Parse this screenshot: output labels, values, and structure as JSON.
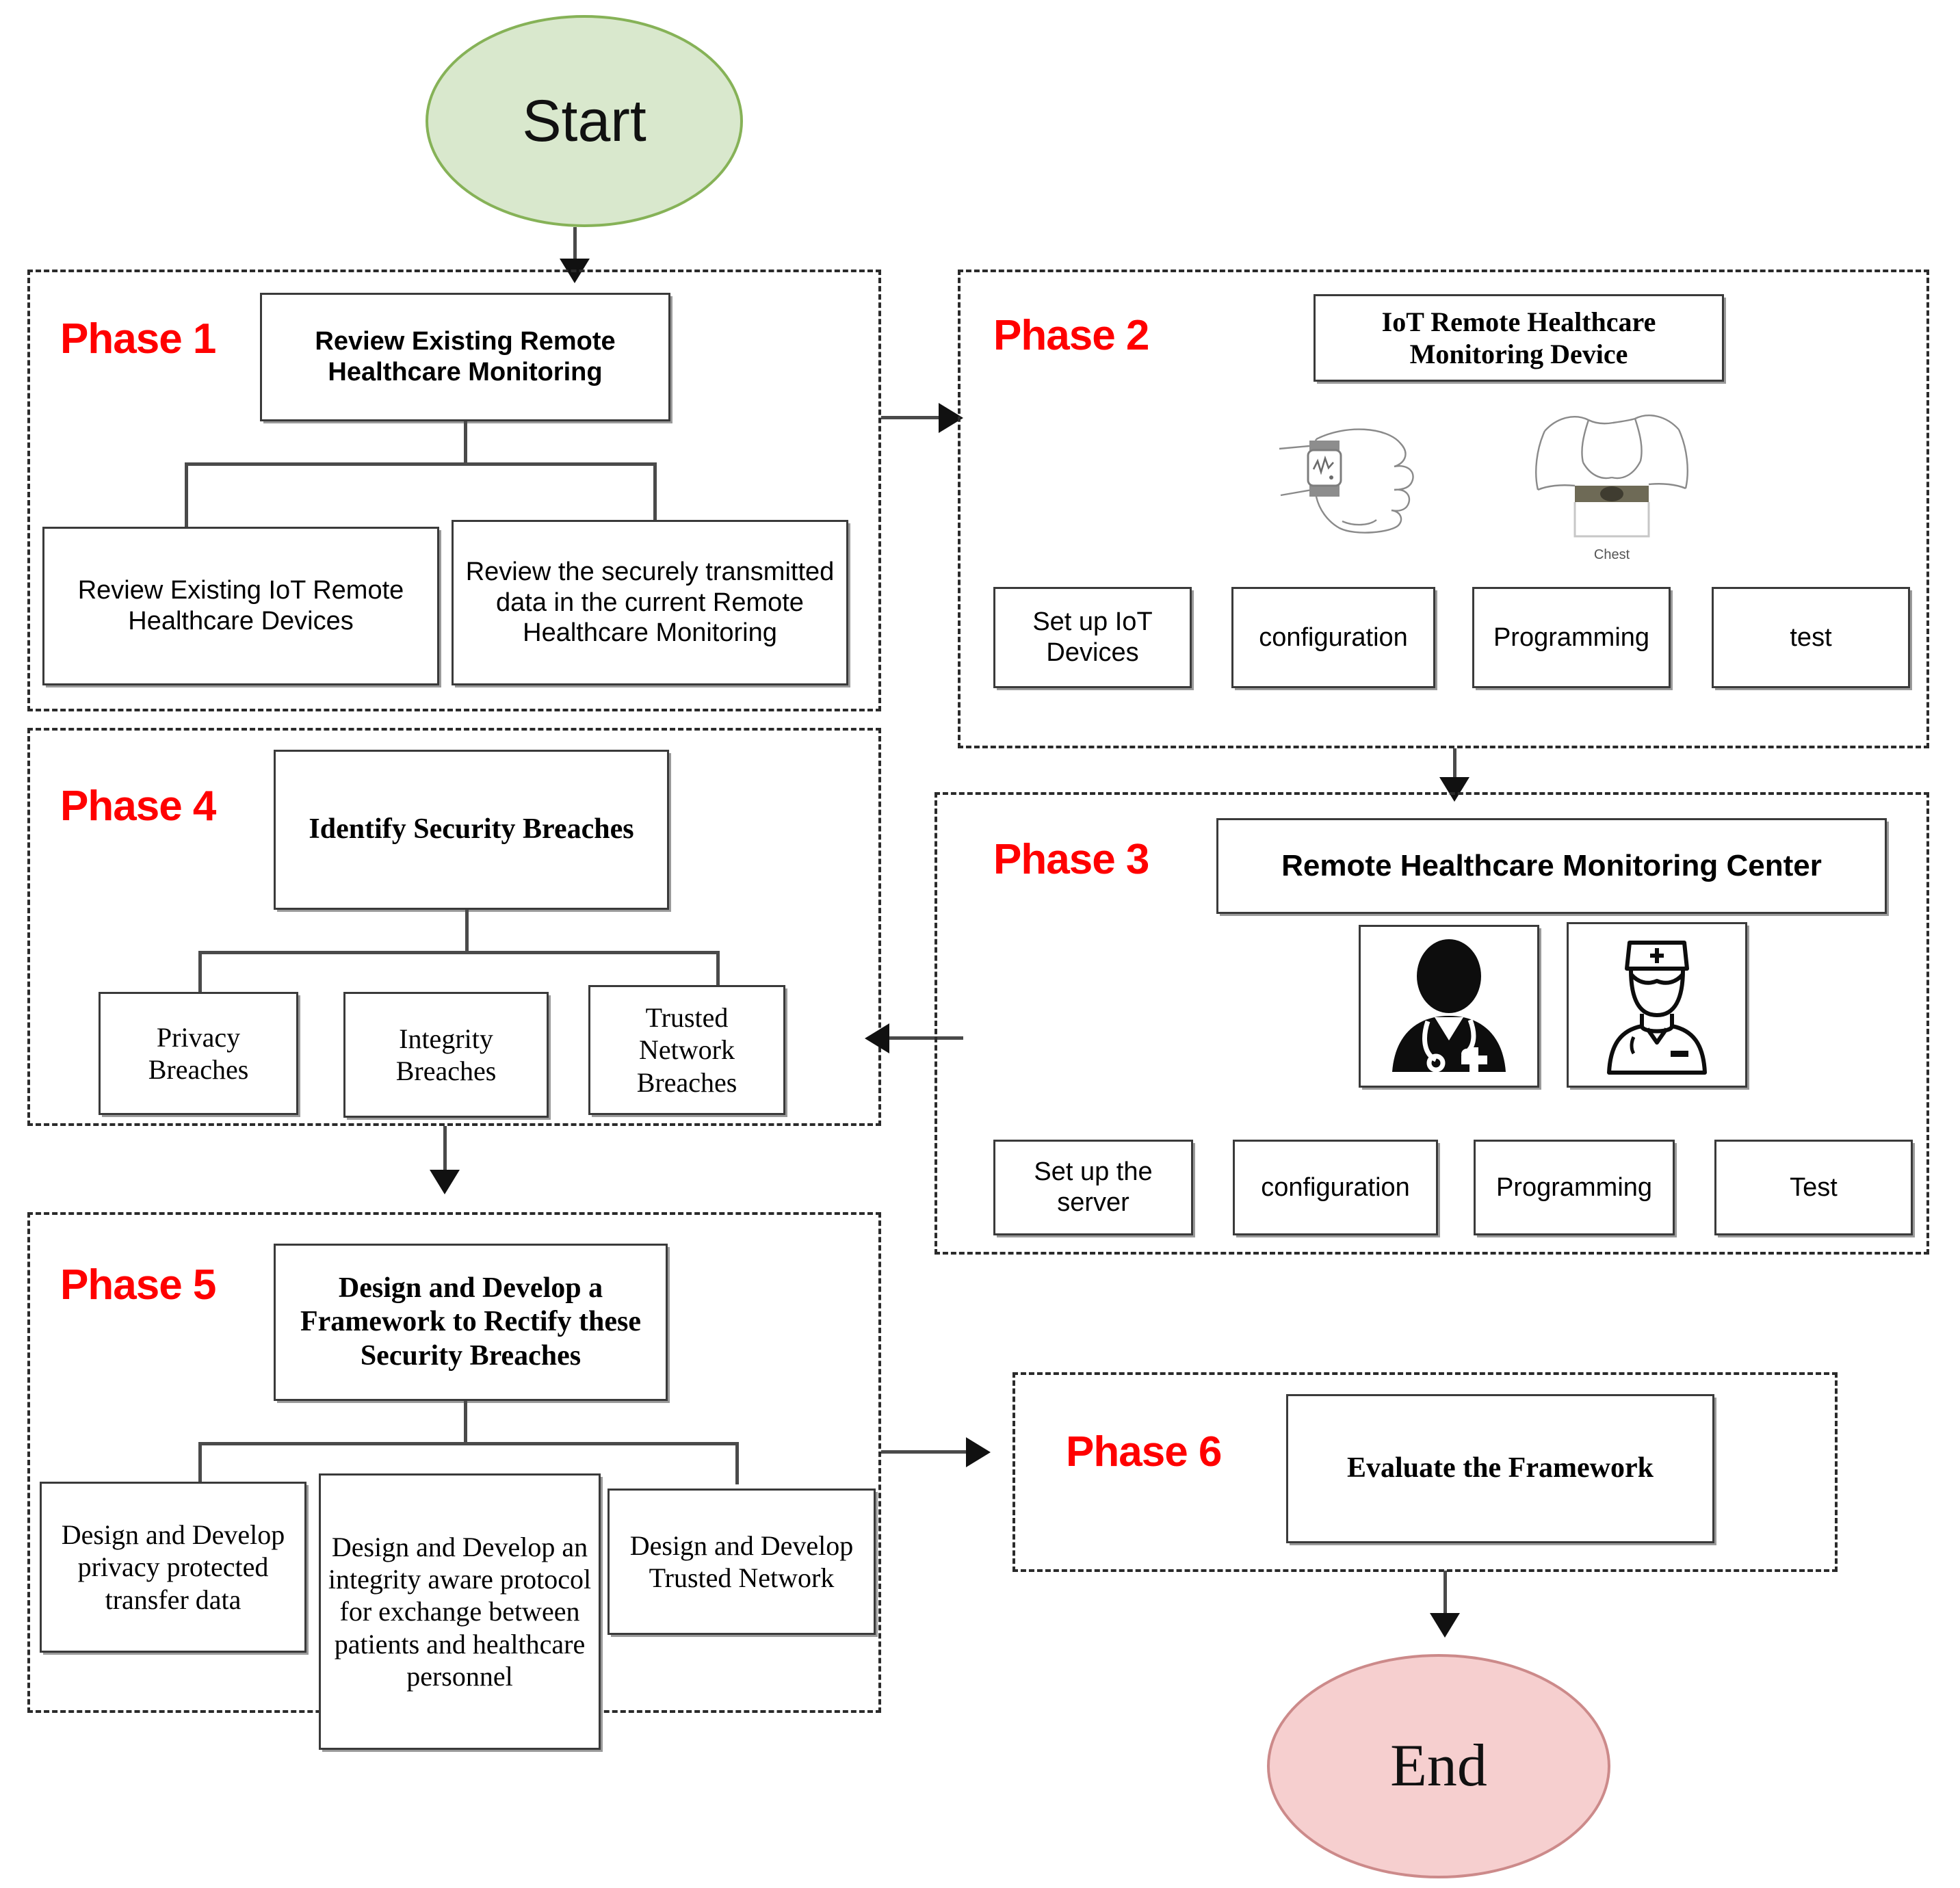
{
  "diagram": {
    "title": "Research Methodology Phases Flowchart",
    "colors": {
      "phase_label": "#ff0000",
      "start_fill": "#d9e8cd",
      "start_stroke": "#86b257",
      "end_fill": "#f6cfcf",
      "end_stroke": "#cc8a8a",
      "box_stroke": "#3a3a3a",
      "dashed_stroke": "#2b2b2b"
    },
    "terminators": {
      "start": "Start",
      "end": "End"
    },
    "phases": [
      {
        "id": "phase1",
        "label": "Phase 1",
        "head": "Review Existing Remote Healthcare Monitoring",
        "children": [
          "Review Existing IoT Remote Healthcare Devices",
          "Review the securely transmitted data in the current Remote Healthcare Monitoring"
        ]
      },
      {
        "id": "phase2",
        "label": "Phase 2",
        "head": "IoT Remote Healthcare Monitoring Device",
        "illustration_caption": "Chest",
        "steps": [
          "Set up IoT Devices",
          "configuration",
          "Programming",
          "test"
        ]
      },
      {
        "id": "phase3",
        "label": "Phase 3",
        "head": "Remote Healthcare Monitoring Center",
        "icons": [
          "doctor-icon",
          "nurse-icon"
        ],
        "steps": [
          "Set up the server",
          "configuration",
          "Programming",
          "Test"
        ]
      },
      {
        "id": "phase4",
        "label": "Phase 4",
        "head": "Identify Security Breaches",
        "children": [
          "Privacy Breaches",
          "Integrity Breaches",
          "Trusted Network Breaches"
        ]
      },
      {
        "id": "phase5",
        "label": "Phase 5",
        "head": "Design and Develop a Framework to Rectify these Security Breaches",
        "children": [
          "Design and Develop privacy protected transfer data",
          "Design and Develop an integrity aware protocol for exchange between patients and healthcare personnel",
          "Design and Develop Trusted Network"
        ]
      },
      {
        "id": "phase6",
        "label": "Phase 6",
        "head": "Evaluate the Framework"
      }
    ],
    "flow": [
      {
        "from": "start",
        "to": "phase1",
        "direction": "down"
      },
      {
        "from": "phase1",
        "to": "phase2",
        "direction": "right"
      },
      {
        "from": "phase2",
        "to": "phase3",
        "direction": "down"
      },
      {
        "from": "phase3",
        "to": "phase4",
        "direction": "left"
      },
      {
        "from": "phase4",
        "to": "phase5",
        "direction": "down"
      },
      {
        "from": "phase5",
        "to": "phase6",
        "direction": "right"
      },
      {
        "from": "phase6",
        "to": "end",
        "direction": "down"
      }
    ]
  }
}
